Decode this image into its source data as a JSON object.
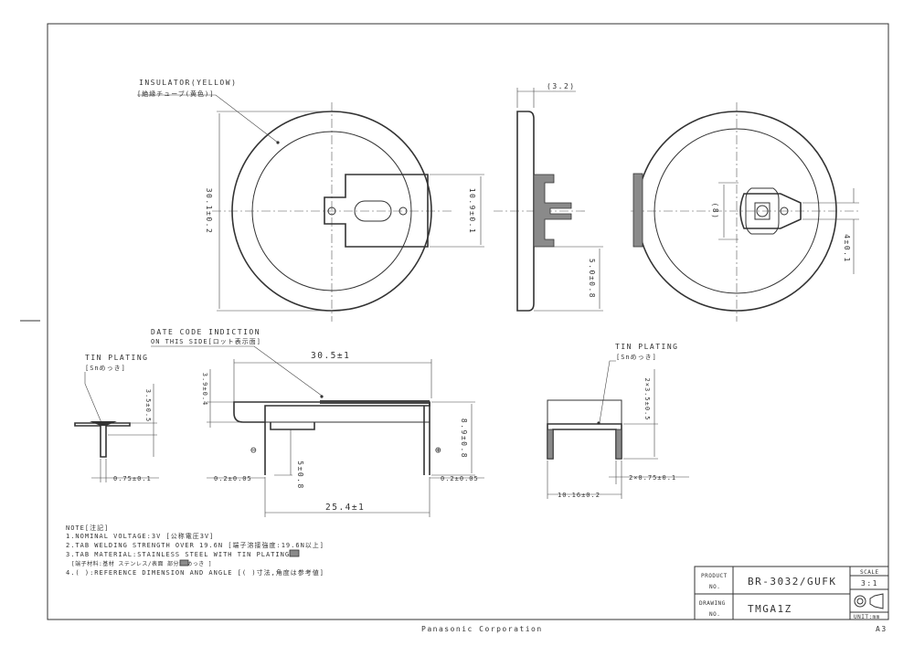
{
  "drawing": {
    "labels": {
      "insulator": "INSULATOR(YELLOW)",
      "insulator_jp": "[絶縁チューブ(黄色)]",
      "date_code_1": "DATE CODE INDICTION",
      "date_code_2": "ON THIS SIDE[ロット表示面]",
      "tin_plating_left": "TIN PLATING",
      "tin_plating_left_jp": "[Snめっき]",
      "tin_plating_right": "TIN PLATING",
      "tin_plating_right_jp": "[Snめっき]",
      "minus_symbol": "⊖",
      "plus_symbol": "⊕"
    },
    "dimensions": {
      "thickness_ref": "(3.2)",
      "diameter": "30.1±0.2",
      "tab_width": "10.9±0.1",
      "tab_height": "5.0±0.8",
      "ref_8": "(8)",
      "d4": "4±0.1",
      "length": "30.5±1",
      "d3_9": "3.9±0.4",
      "d8_9": "8.9±0.8",
      "d5_0": "5±0.8",
      "d25_4": "25.4±1",
      "d0_2_left": "0.2±0.05",
      "d0_2_right": "0.2±0.05",
      "d3_5_left": "3.5±0.5",
      "d0_75_left": "0.75±0.1",
      "d2x3_5": "2×3.5±0.5",
      "d2x0_75": "2×0.75±0.1",
      "d10_16": "10.16±0.2"
    },
    "notes": {
      "heading": "NOTE[注記]",
      "items": [
        "1.NOMINAL VOLTAGE:3V [公称電圧3V]",
        "2.TAB WELDING STRENGTH OVER 19.6N [端子溶接強度:19.6N以上]",
        "3.TAB MATERIAL:STAINLESS STEEL WITH TIN PLATING",
        "[端子材料:基材 ステンレス/表面 部分Snめっき ]",
        "4.( ):REFERENCE DIMENSION AND ANGLE [( )寸法,角度は参考値]"
      ]
    },
    "title_block": {
      "product_no_label_1": "PRODUCT",
      "product_no_label_2": "NO.",
      "product_no": "BR-3032/GUFK",
      "drawing_no_label_1": "DRAWING",
      "drawing_no_label_2": "NO.",
      "drawing_no": "TMGA1Z",
      "scale_label": "SCALE",
      "scale": "3:1",
      "unit": "UNIT:mm"
    },
    "footer": {
      "company": "Panasonic Corporation",
      "sheet_size": "A3"
    }
  }
}
